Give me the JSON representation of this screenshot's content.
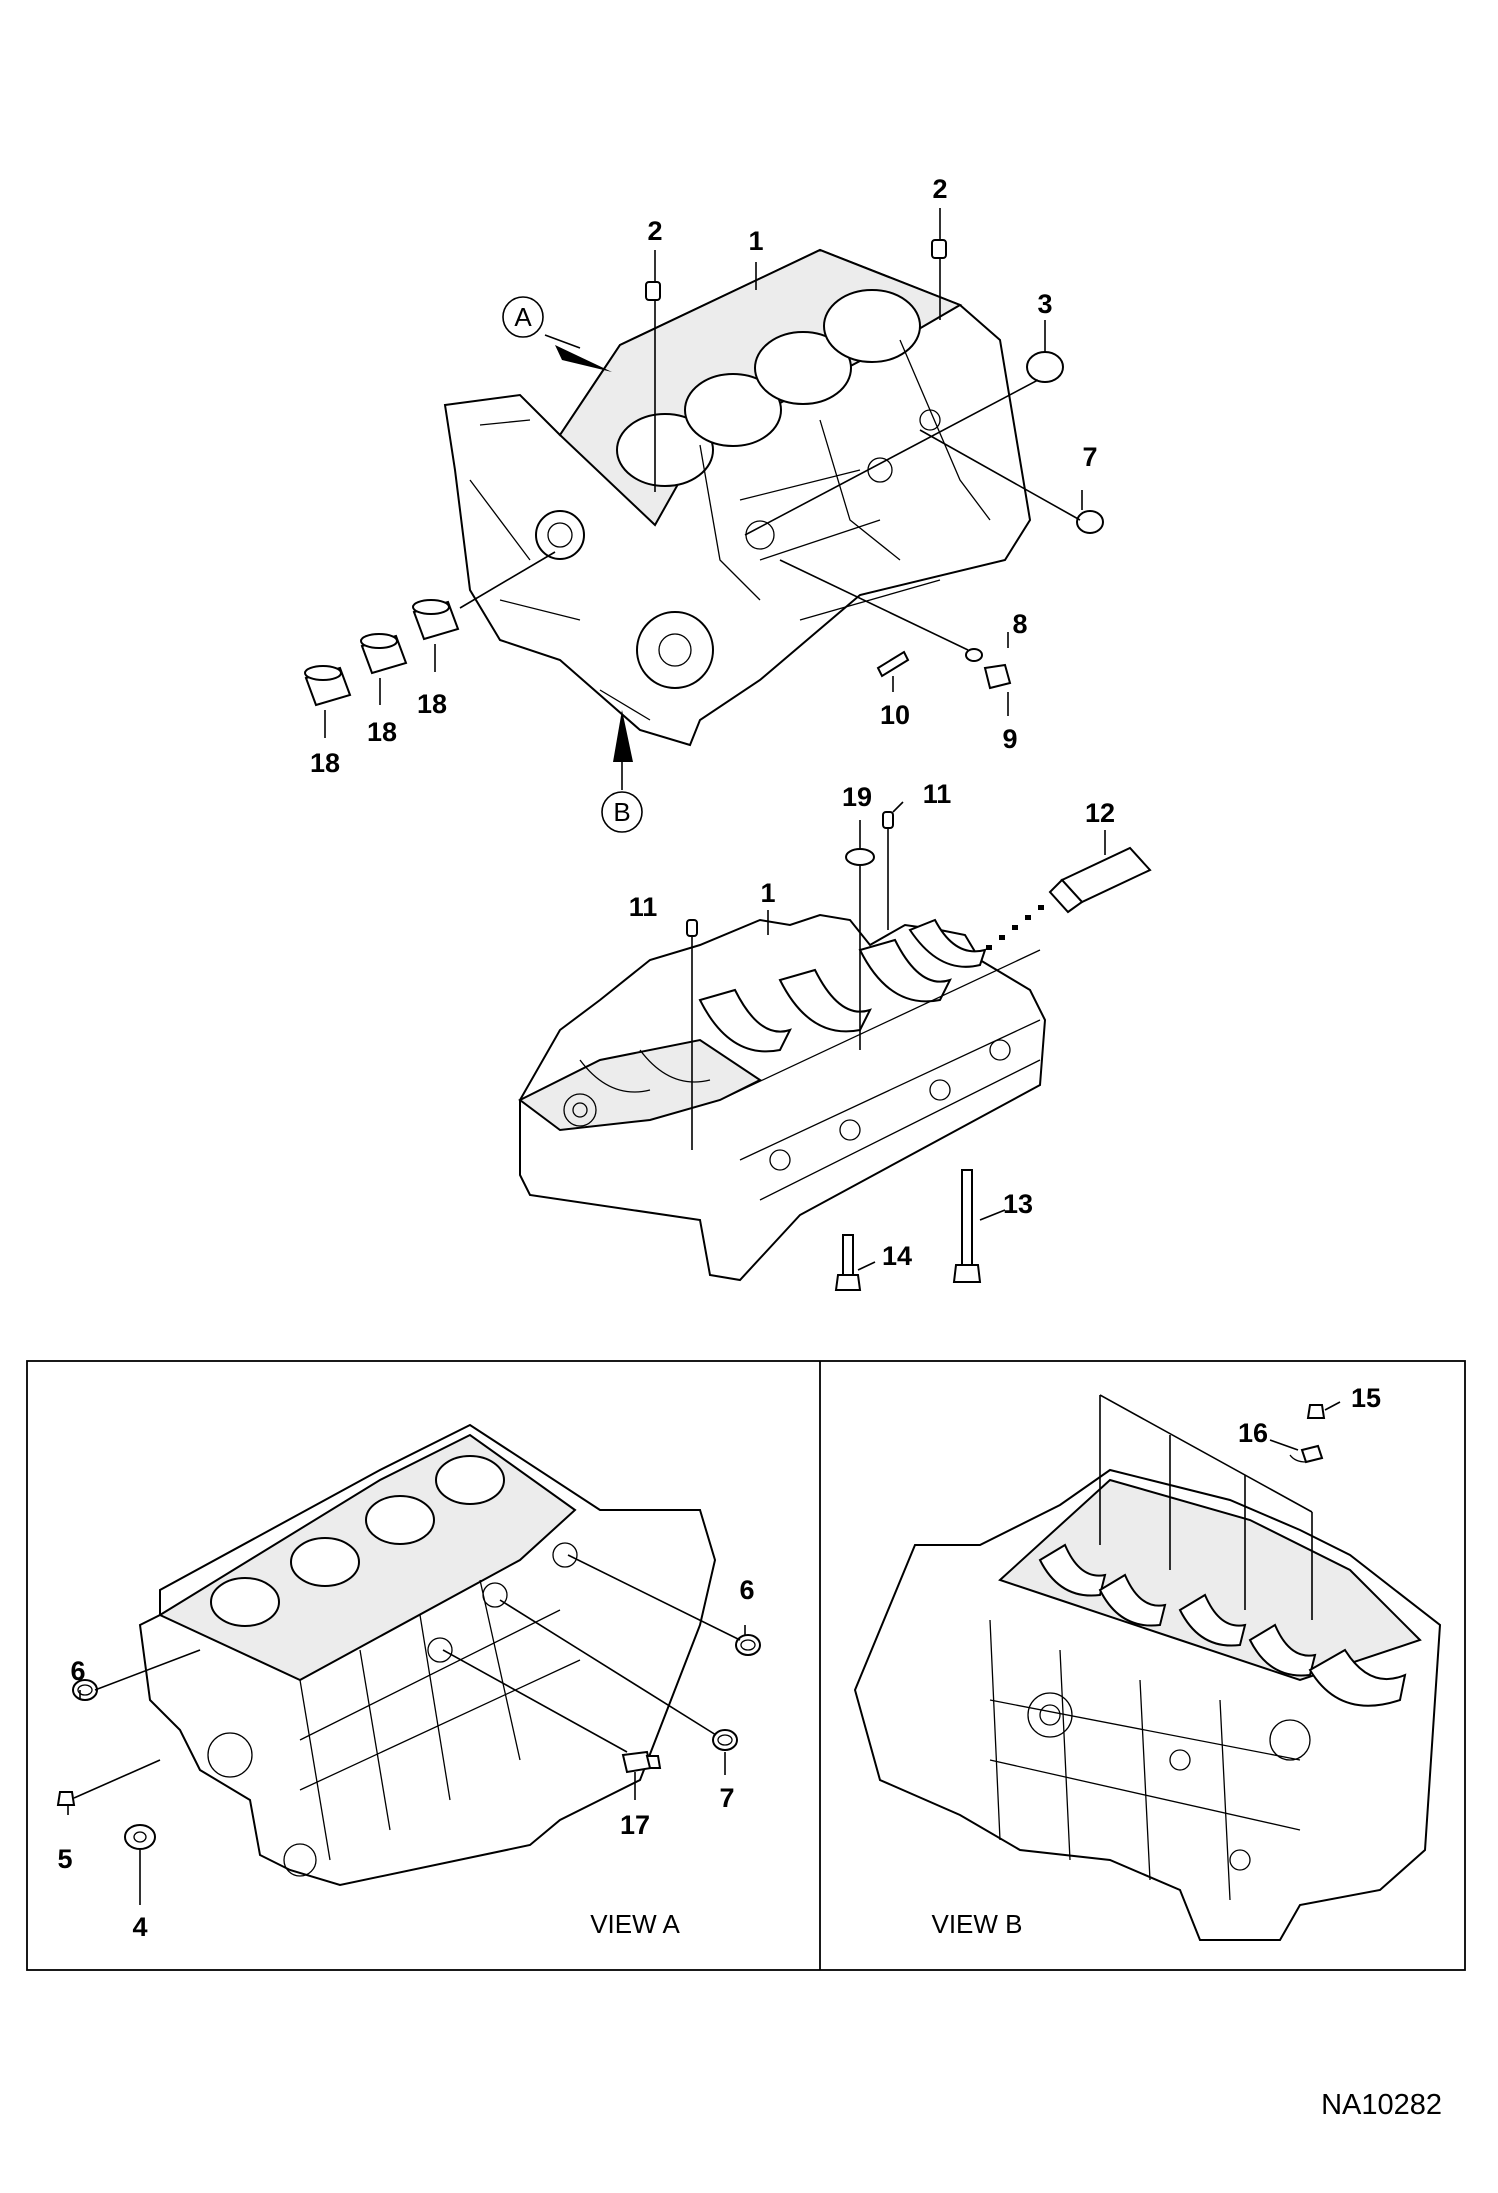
{
  "callouts": {
    "top": {
      "c1": "1",
      "c2a": "2",
      "c2b": "2",
      "c3": "3",
      "c7": "7",
      "c8": "8",
      "c9": "9",
      "c10": "10",
      "c18a": "18",
      "c18b": "18",
      "c18c": "18"
    },
    "middle": {
      "c1": "1",
      "c11a": "11",
      "c11b": "11",
      "c12": "12",
      "c13": "13",
      "c14": "14",
      "c19": "19"
    },
    "view_a": {
      "c4": "4",
      "c5": "5",
      "c6a": "6",
      "c6b": "6",
      "c7": "7",
      "c17": "17"
    },
    "view_b": {
      "c15": "15",
      "c16": "16"
    }
  },
  "view_markers": {
    "a": "A",
    "b": "B"
  },
  "view_labels": {
    "a": "VIEW A",
    "b": "VIEW B"
  },
  "drawing_code": "NA10282"
}
